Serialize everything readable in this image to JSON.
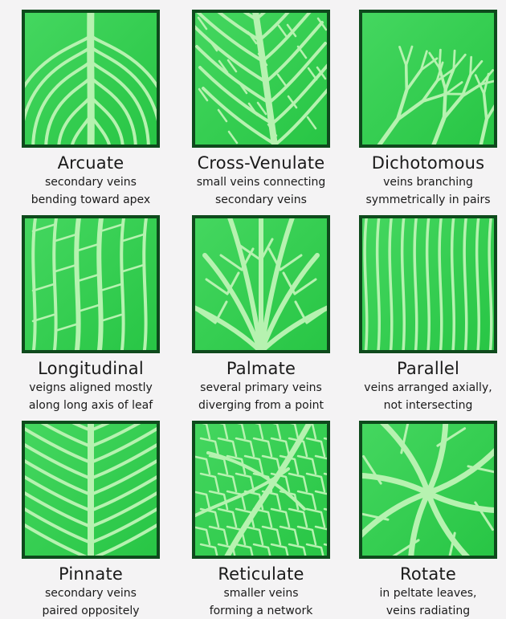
{
  "panels": [
    {
      "name": "Arcuate",
      "desc1": "secondary veins",
      "desc2": "bending toward apex",
      "pattern": "arcuate"
    },
    {
      "name": "Cross-Venulate",
      "desc1": "small veins connecting",
      "desc2": "secondary veins",
      "pattern": "cross-venulate"
    },
    {
      "name": "Dichotomous",
      "desc1": "veins branching",
      "desc2": "symmetrically in pairs",
      "pattern": "dichotomous"
    },
    {
      "name": "Longitudinal",
      "desc1": "veigns aligned mostly",
      "desc2": "along long axis of leaf",
      "pattern": "longitudinal"
    },
    {
      "name": "Palmate",
      "desc1": "several primary veins",
      "desc2": "diverging from a point",
      "pattern": "palmate"
    },
    {
      "name": "Parallel",
      "desc1": "veins arranged axially,",
      "desc2": "not intersecting",
      "pattern": "parallel"
    },
    {
      "name": "Pinnate",
      "desc1": "secondary veins",
      "desc2": "paired oppositely",
      "pattern": "pinnate"
    },
    {
      "name": "Reticulate",
      "desc1": "smaller veins",
      "desc2": "forming a network",
      "pattern": "reticulate"
    },
    {
      "name": "Rotate",
      "desc1": "in peltate leaves,",
      "desc2": "veins radiating",
      "pattern": "rotate"
    }
  ],
  "colors": {
    "leaf": "#27c544",
    "leaf_light": "#45d760",
    "vein": "#b6f2b0",
    "border": "#0e4a1c"
  }
}
